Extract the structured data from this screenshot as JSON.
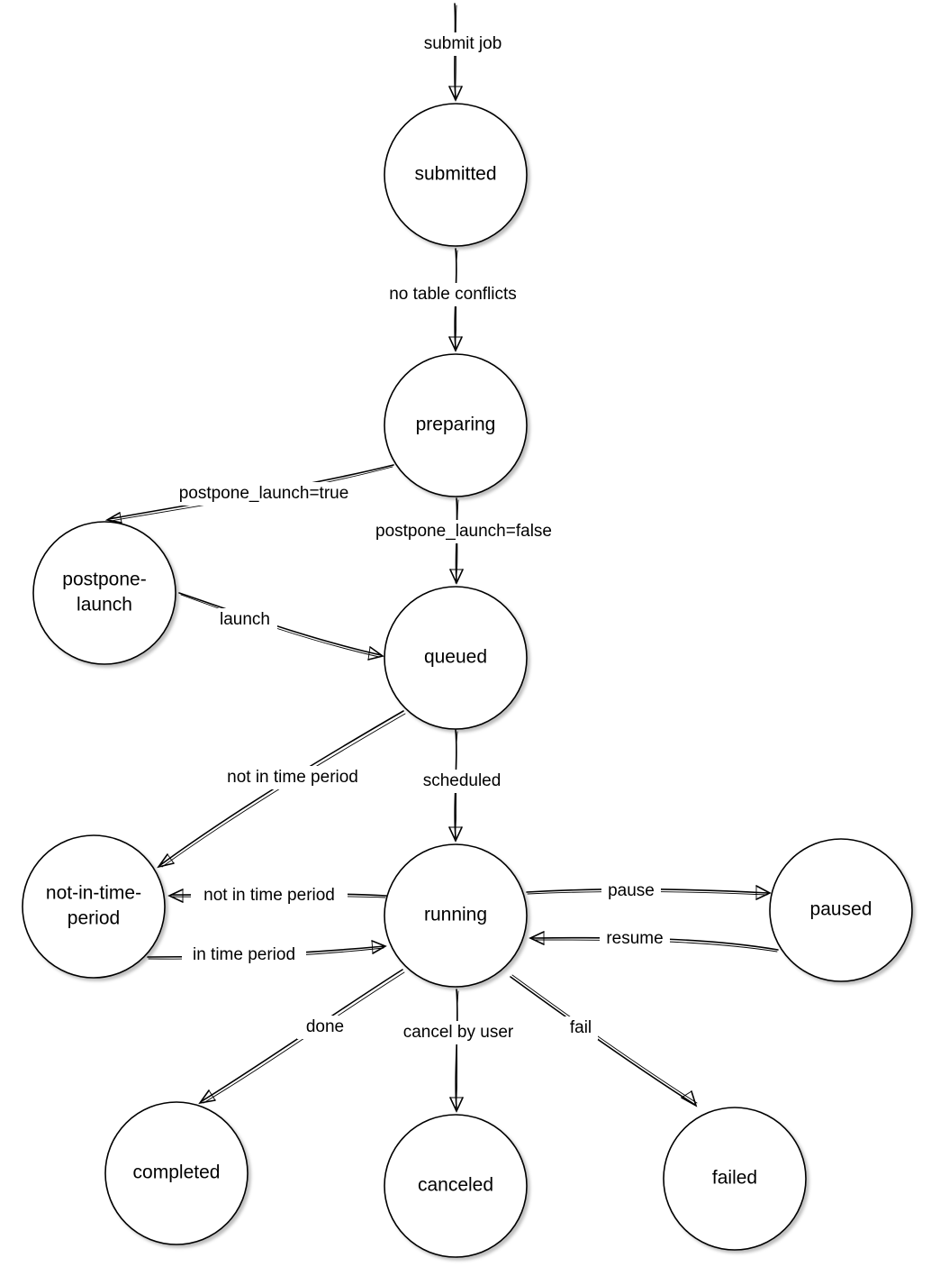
{
  "nodes": {
    "submitted": "submitted",
    "preparing": "preparing",
    "postpone_launch": [
      "postpone-",
      "launch"
    ],
    "queued": "queued",
    "not_in_time_period": [
      "not-in-time-",
      "period"
    ],
    "running": "running",
    "paused": "paused",
    "completed": "completed",
    "canceled": "canceled",
    "failed": "failed"
  },
  "edges": {
    "submit_job": "submit job",
    "no_table_conflicts": "no table conflicts",
    "postpone_true": "postpone_launch=true",
    "postpone_false": "postpone_launch=false",
    "launch": "launch",
    "not_in_time_period_from_queued": "not in time period",
    "scheduled": "scheduled",
    "not_in_time_period_from_running": "not in time period",
    "in_time_period": "in time period",
    "pause": "pause",
    "resume": "resume",
    "done": "done",
    "cancel_by_user": "cancel by user",
    "fail": "fail"
  },
  "colors": {
    "stroke": "#000000",
    "fill": "#ffffff",
    "background": "#ffffff"
  }
}
